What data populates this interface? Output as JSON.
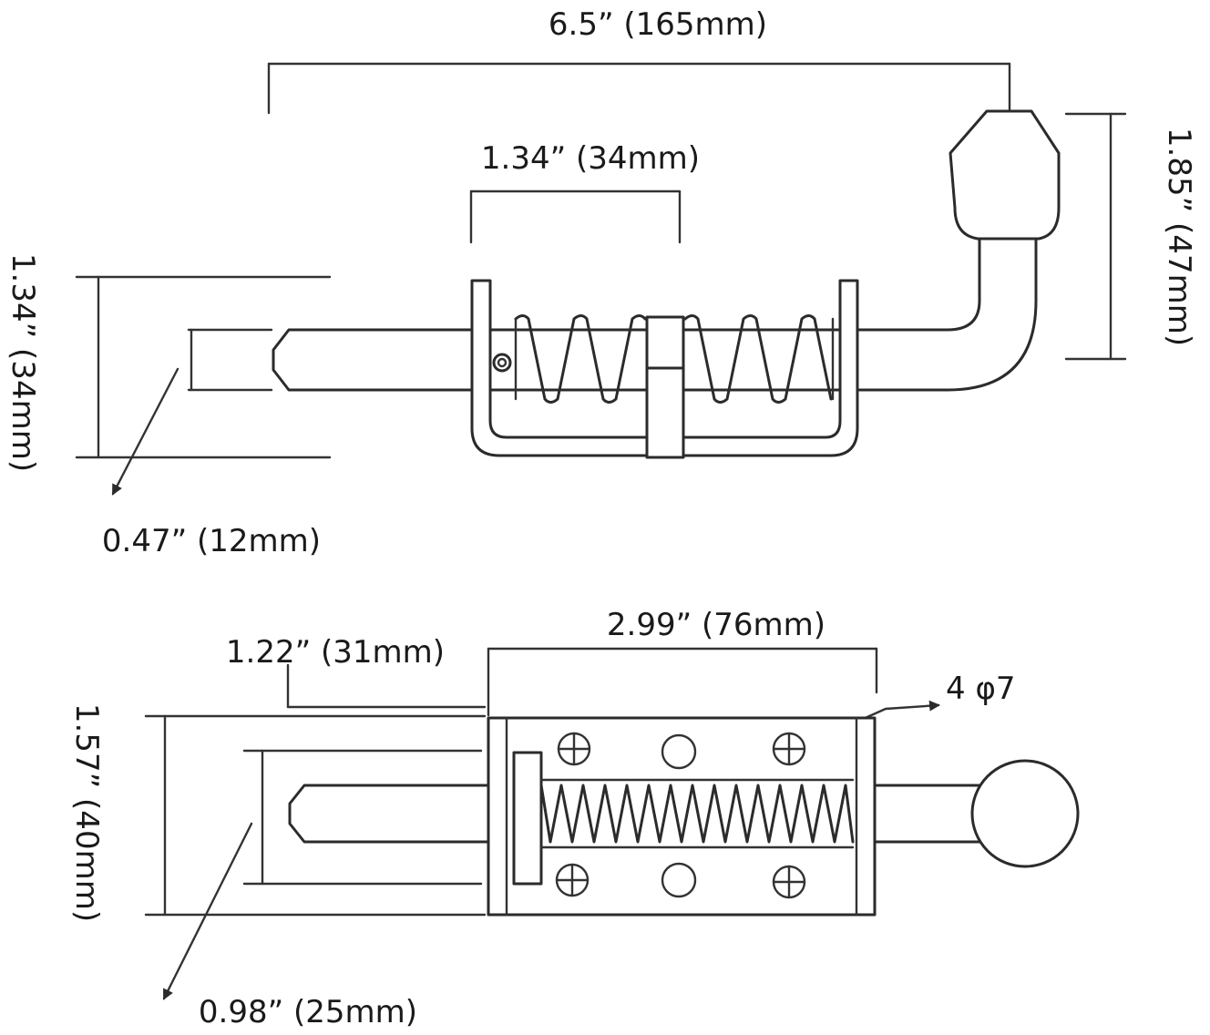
{
  "top_view": {
    "overall_length": "6.5” (165mm)",
    "spring_housing_width": "1.34” (34mm)",
    "handle_height": "1.85” (47mm)",
    "bracket_height": "1.34” (34mm)",
    "pin_diameter": "0.47” (12mm)"
  },
  "bottom_view": {
    "bolt_travel": "1.22” (31mm)",
    "base_length": "2.99” (76mm)",
    "mounting_holes": "4 φ7",
    "base_width": "1.57” (40mm)",
    "keeper_width": "0.98” (25mm)"
  },
  "colors": {
    "line": "#2b2b2b",
    "background": "#ffffff"
  }
}
